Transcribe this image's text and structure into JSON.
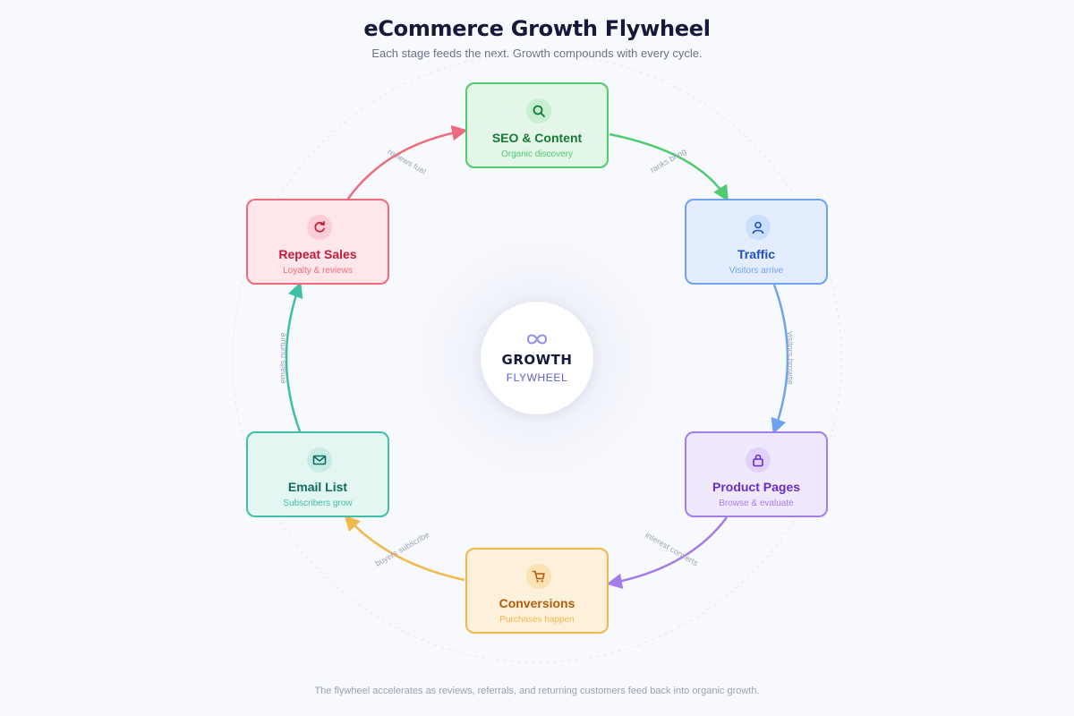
{
  "title": "eCommerce Growth Flywheel",
  "subtitle": "Each stage feeds the next. Growth compounds with every cycle.",
  "footer": "The flywheel accelerates as reviews, referrals, and returning customers feed back into organic growth.",
  "hub": {
    "title": "GROWTH",
    "subtitle": "FLYWHEEL",
    "icon": "infinity-icon"
  },
  "stages": [
    {
      "id": "seo",
      "label": "SEO & Content",
      "sub": "Organic discovery",
      "icon": "search-icon",
      "color": "#4fcb72"
    },
    {
      "id": "traffic",
      "label": "Traffic",
      "sub": "Visitors arrive",
      "icon": "user-icon",
      "color": "#6ea3f2"
    },
    {
      "id": "product",
      "label": "Product Pages",
      "sub": "Browse & evaluate",
      "icon": "lock-icon",
      "color": "#a37ee8"
    },
    {
      "id": "conversions",
      "label": "Conversions",
      "sub": "Purchases happen",
      "icon": "cart-icon",
      "color": "#f1b84c"
    },
    {
      "id": "email",
      "label": "Email List",
      "sub": "Subscribers grow",
      "icon": "mail-icon",
      "color": "#3fbfa8"
    },
    {
      "id": "repeat",
      "label": "Repeat Sales",
      "sub": "Loyalty & reviews",
      "icon": "refresh-icon",
      "color": "#ec6b7c"
    }
  ],
  "edges": [
    {
      "from": "SEO & Content",
      "to": "Traffic",
      "label": "ranks bring",
      "color": "#4fcb72"
    },
    {
      "from": "Traffic",
      "to": "Product Pages",
      "label": "visitors browse",
      "color": "#6ea3f2"
    },
    {
      "from": "Product Pages",
      "to": "Conversions",
      "label": "interest converts",
      "color": "#a37ee8"
    },
    {
      "from": "Conversions",
      "to": "Email List",
      "label": "buyers subscribe",
      "color": "#f1b84c"
    },
    {
      "from": "Email List",
      "to": "Repeat Sales",
      "label": "emails nurture",
      "color": "#3fbfa8"
    },
    {
      "from": "Repeat Sales",
      "to": "SEO & Content",
      "label": "reviews fuel",
      "color": "#ec6b7c"
    }
  ]
}
